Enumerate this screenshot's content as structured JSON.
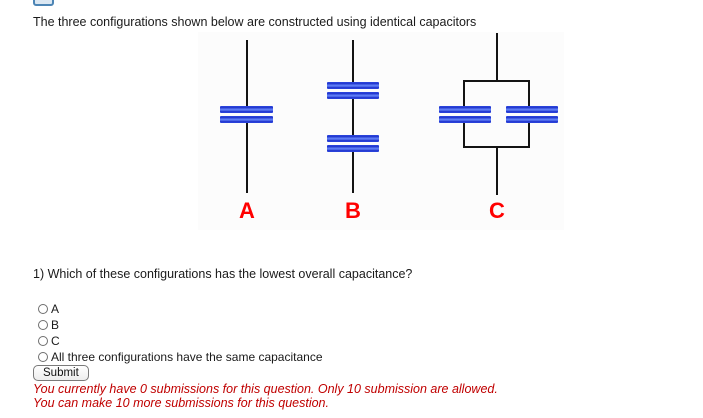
{
  "page": {
    "intro_text": "The three configurations shown below are constructed using identical capacitors"
  },
  "diagram": {
    "labels": [
      "A",
      "B",
      "C"
    ],
    "label_color": "#ff0000",
    "plate_color": "#2b49de",
    "wire_color": "#141414",
    "background": "#fcfcfc",
    "description": "Three capacitor circuits: A single capacitor, B two capacitors in series, C two capacitors in parallel"
  },
  "question": {
    "text": "1) Which of these configurations has the lowest overall capacitance?",
    "options": [
      {
        "label": "A"
      },
      {
        "label": "B"
      },
      {
        "label": "C"
      },
      {
        "label": "All three configurations have the same capacitance"
      }
    ],
    "submit_label": "Submit"
  },
  "status": {
    "color": "#c00000",
    "line1": "You currently have 0 submissions for this question. Only 10 submission are allowed.",
    "line2": "You can make 10 more submissions for this question."
  }
}
